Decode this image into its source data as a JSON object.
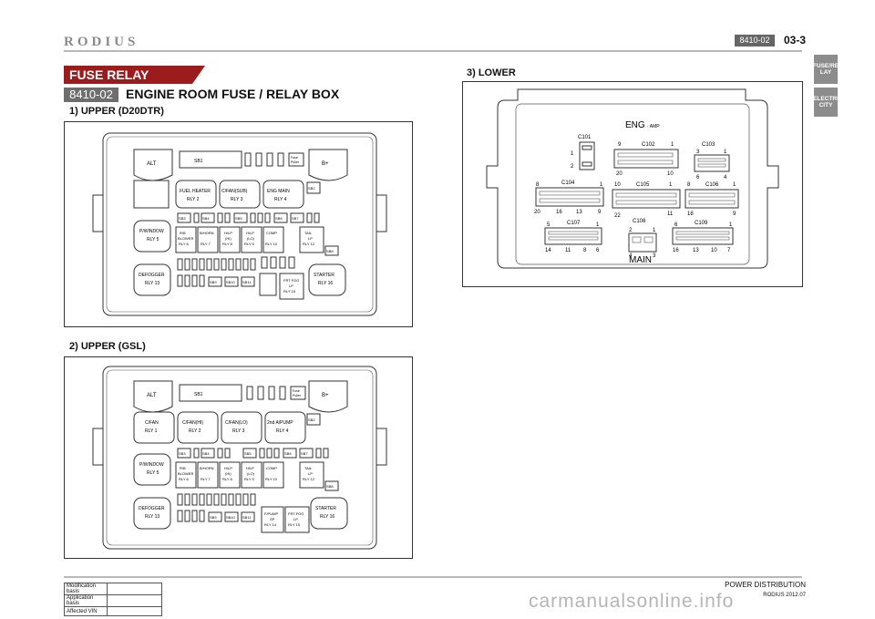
{
  "header": {
    "logo": "RODIUS",
    "code_badge": "8410-02",
    "page_number": "03-3"
  },
  "side_tabs": [
    {
      "label": "FUSE/RE LAY"
    },
    {
      "label": "ELECTRI CITY"
    }
  ],
  "banner": "FUSE  RELAY",
  "section": {
    "badge": "8410-02",
    "title": "ENGINE ROOM FUSE / RELAY BOX"
  },
  "upper_d20dtr": {
    "heading": "1) UPPER (D20DTR)",
    "alt": "ALT",
    "b_plus": "B+",
    "sb1": "SB1",
    "fuse_puller": [
      "Fuse",
      "Puller"
    ],
    "relays": {
      "r2": [
        "FUEL HEATER",
        "RLY 2"
      ],
      "r3": [
        "C/FAN(SUB)",
        "RLY 3"
      ],
      "r4": [
        "ENG MAIN",
        "RLY 4"
      ],
      "r5": [
        "P/WINDOW",
        "RLY 5"
      ],
      "r6": [
        "R/B",
        "BLOWER",
        "RLY 6"
      ],
      "r7": [
        "B/HORN",
        "RLY 7"
      ],
      "r8": [
        "H/LP",
        "(HI)",
        "RLY 8"
      ],
      "r9": [
        "H/LP",
        "(LO)",
        "RLY 9"
      ],
      "r10": [
        "COMP",
        "RLY 10"
      ],
      "r12": [
        "TAIL",
        "LP",
        "RLY 12"
      ],
      "r13": [
        "DEFOGGER",
        "RLY 13"
      ],
      "r15": [
        "FRT FOG",
        "LP",
        "RLY 15"
      ],
      "r16": [
        "STARTER",
        "RLY 16"
      ]
    },
    "sb": {
      "sb2": "SB2",
      "sb3": "SB3",
      "sb4": "SB4",
      "sb5": "SB5",
      "sb6": "SB6",
      "sb7": "SB7",
      "sb8": "SB8",
      "sb9": "SB9",
      "sb10": "SB10",
      "sb11": "SB11"
    }
  },
  "upper_gsl": {
    "heading": "2) UPPER (GSL)",
    "alt": "ALT",
    "b_plus": "B+",
    "sb1": "SB1",
    "fuse_puller": [
      "Fuse",
      "Puller"
    ],
    "relays": {
      "r1": [
        "C/FAN",
        "RLY 1"
      ],
      "r2": [
        "C/FAN(HI)",
        "RLY 2"
      ],
      "r3": [
        "C/FAN(LO)",
        "RLY 3"
      ],
      "r4": [
        "2nd A/PUMP",
        "RLY 4"
      ],
      "r5": [
        "P/WINDOW",
        "RLY 5"
      ],
      "r6": [
        "R/B",
        "BLOWER",
        "RLY 6"
      ],
      "r7": [
        "B/HORN",
        "RLY 7"
      ],
      "r8": [
        "H/LP",
        "(HI)",
        "RLY 8"
      ],
      "r9": [
        "H/LP",
        "(LO)",
        "RLY 9"
      ],
      "r10": [
        "COMP",
        "RLY 10"
      ],
      "r12": [
        "TAIL",
        "LP",
        "RLY 12"
      ],
      "r13": [
        "DEFOGGER",
        "RLY 13"
      ],
      "r14": [
        "F/PUMP",
        "SP",
        "RLY 14"
      ],
      "r15": [
        "FRT FOG",
        "LP",
        "RLY 15"
      ],
      "r16": [
        "STARTER",
        "RLY 16"
      ]
    },
    "sb": {
      "sb2": "SB2",
      "sb3": "SB3",
      "sb4": "SB4",
      "sb5": "SB5",
      "sb6": "SB6",
      "sb7": "SB7",
      "sb8": "SB8",
      "sb9": "SB9",
      "sb10": "SB10",
      "sb11": "SB11"
    }
  },
  "lower": {
    "heading": "3) LOWER",
    "eng_label": "ENG",
    "eng_sub": "- AMP",
    "main_label": "MAIN",
    "connectors": {
      "c101": {
        "name": "C101",
        "pins": [
          "1",
          "2"
        ]
      },
      "c102": {
        "name": "C102",
        "pins": [
          "9",
          "1",
          "20",
          "10"
        ]
      },
      "c103": {
        "name": "C103",
        "pins": [
          "3",
          "1",
          "6",
          "4"
        ]
      },
      "c104": {
        "name": "C104",
        "pins": [
          "8",
          "1",
          "20",
          "16",
          "13",
          "9"
        ]
      },
      "c105": {
        "name": "C105",
        "pins": [
          "10",
          "1",
          "22",
          "11"
        ]
      },
      "c106": {
        "name": "C106",
        "pins": [
          "8",
          "1",
          "18",
          "9"
        ]
      },
      "c107": {
        "name": "C107",
        "pins": [
          "5",
          "1",
          "14",
          "11",
          "8",
          "6"
        ]
      },
      "c108": {
        "name": "C108",
        "pins": [
          "2",
          "1",
          "4",
          "3"
        ]
      },
      "c109": {
        "name": "C109",
        "pins": [
          "6",
          "1",
          "16",
          "13",
          "10",
          "7"
        ]
      }
    }
  },
  "footer": {
    "rows": [
      {
        "label": "Modification basis",
        "value": ""
      },
      {
        "label": "Application basis",
        "value": ""
      },
      {
        "label": "Affected VIN",
        "value": ""
      }
    ],
    "section_title": "POWER DISTRIBUTION",
    "date": "RODIUS 2012.07",
    "watermark": "carmanualsonline.info"
  }
}
